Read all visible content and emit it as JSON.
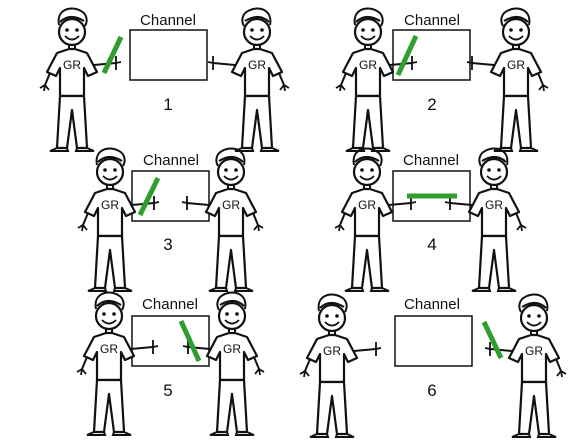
{
  "channel_label": "Channel",
  "figure_shirt_label": "GR",
  "stick_color": "#2e9e2e",
  "panels": [
    {
      "number": "1",
      "stick": "left-hand-diagonal"
    },
    {
      "number": "2",
      "stick": "crossing-left-edge"
    },
    {
      "number": "3",
      "stick": "inside-channel"
    },
    {
      "number": "4",
      "stick": "spanning-both-hands"
    },
    {
      "number": "5",
      "stick": "crossing-right-edge"
    },
    {
      "number": "6",
      "stick": "right-hand-diagonal"
    }
  ]
}
